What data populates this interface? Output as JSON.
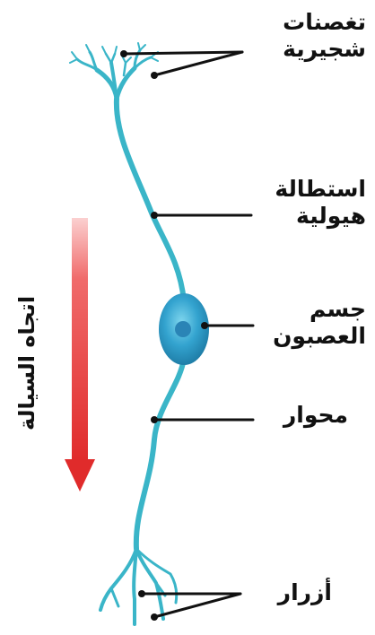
{
  "labels": {
    "dendrites": "تغصنات شجيرية",
    "dendrite_extension": "استطالة هيولية",
    "cell_body": "جسم العصبون",
    "axon": "محوار",
    "axon_terminals": "أزرار",
    "flow_direction": "اتجاه السيالة"
  },
  "colors": {
    "neuron": "#3ab5c8",
    "soma": "#33a3cf",
    "arrow": "#e02b2b",
    "leader": "#111111"
  }
}
